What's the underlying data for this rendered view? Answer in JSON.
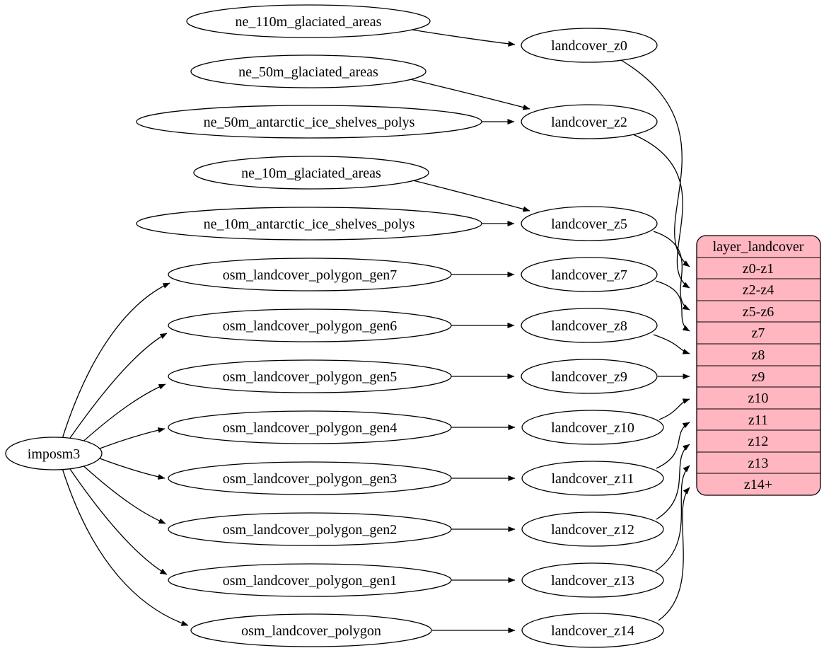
{
  "diagram": {
    "background_color": "#ffffff",
    "node_fill_color": "#ffffff",
    "node_stroke_color": "#000000",
    "edge_color": "#000000",
    "record_fill_color": "#ffb6c1",
    "nodes": {
      "imposm3": "imposm3",
      "ne_110m_glaciated_areas": "ne_110m_glaciated_areas",
      "ne_50m_glaciated_areas": "ne_50m_glaciated_areas",
      "ne_50m_antarctic_ice_shelves_polys": "ne_50m_antarctic_ice_shelves_polys",
      "ne_10m_glaciated_areas": "ne_10m_glaciated_areas",
      "ne_10m_antarctic_ice_shelves_polys": "ne_10m_antarctic_ice_shelves_polys",
      "osm_landcover_polygon_gen7": "osm_landcover_polygon_gen7",
      "osm_landcover_polygon_gen6": "osm_landcover_polygon_gen6",
      "osm_landcover_polygon_gen5": "osm_landcover_polygon_gen5",
      "osm_landcover_polygon_gen4": "osm_landcover_polygon_gen4",
      "osm_landcover_polygon_gen3": "osm_landcover_polygon_gen3",
      "osm_landcover_polygon_gen2": "osm_landcover_polygon_gen2",
      "osm_landcover_polygon_gen1": "osm_landcover_polygon_gen1",
      "osm_landcover_polygon": "osm_landcover_polygon",
      "landcover_z0": "landcover_z0",
      "landcover_z2": "landcover_z2",
      "landcover_z5": "landcover_z5",
      "landcover_z7": "landcover_z7",
      "landcover_z8": "landcover_z8",
      "landcover_z9": "landcover_z9",
      "landcover_z10": "landcover_z10",
      "landcover_z11": "landcover_z11",
      "landcover_z12": "landcover_z12",
      "landcover_z13": "landcover_z13",
      "landcover_z14": "landcover_z14"
    },
    "record": {
      "title": "layer_landcover",
      "rows": [
        "z0-z1",
        "z2-z4",
        "z5-z6",
        "z7",
        "z8",
        "z9",
        "z10",
        "z11",
        "z12",
        "z13",
        "z14+"
      ]
    },
    "edges": [
      {
        "from": "ne_110m_glaciated_areas",
        "to": "landcover_z0"
      },
      {
        "from": "ne_50m_glaciated_areas",
        "to": "landcover_z2"
      },
      {
        "from": "ne_50m_antarctic_ice_shelves_polys",
        "to": "landcover_z2"
      },
      {
        "from": "ne_10m_glaciated_areas",
        "to": "landcover_z5"
      },
      {
        "from": "ne_10m_antarctic_ice_shelves_polys",
        "to": "landcover_z5"
      },
      {
        "from": "imposm3",
        "to": "osm_landcover_polygon_gen7"
      },
      {
        "from": "imposm3",
        "to": "osm_landcover_polygon_gen6"
      },
      {
        "from": "imposm3",
        "to": "osm_landcover_polygon_gen5"
      },
      {
        "from": "imposm3",
        "to": "osm_landcover_polygon_gen4"
      },
      {
        "from": "imposm3",
        "to": "osm_landcover_polygon_gen3"
      },
      {
        "from": "imposm3",
        "to": "osm_landcover_polygon_gen2"
      },
      {
        "from": "imposm3",
        "to": "osm_landcover_polygon_gen1"
      },
      {
        "from": "imposm3",
        "to": "osm_landcover_polygon"
      },
      {
        "from": "osm_landcover_polygon_gen7",
        "to": "landcover_z7"
      },
      {
        "from": "osm_landcover_polygon_gen6",
        "to": "landcover_z8"
      },
      {
        "from": "osm_landcover_polygon_gen5",
        "to": "landcover_z9"
      },
      {
        "from": "osm_landcover_polygon_gen4",
        "to": "landcover_z10"
      },
      {
        "from": "osm_landcover_polygon_gen3",
        "to": "landcover_z11"
      },
      {
        "from": "osm_landcover_polygon_gen2",
        "to": "landcover_z12"
      },
      {
        "from": "osm_landcover_polygon_gen1",
        "to": "landcover_z13"
      },
      {
        "from": "osm_landcover_polygon",
        "to": "landcover_z14"
      },
      {
        "from": "landcover_z0",
        "to": "layer_landcover:z0-z1"
      },
      {
        "from": "landcover_z2",
        "to": "layer_landcover:z2-z4"
      },
      {
        "from": "landcover_z5",
        "to": "layer_landcover:z5-z6"
      },
      {
        "from": "landcover_z7",
        "to": "layer_landcover:z7"
      },
      {
        "from": "landcover_z8",
        "to": "layer_landcover:z8"
      },
      {
        "from": "landcover_z9",
        "to": "layer_landcover:z9"
      },
      {
        "from": "landcover_z10",
        "to": "layer_landcover:z10"
      },
      {
        "from": "landcover_z11",
        "to": "layer_landcover:z11"
      },
      {
        "from": "landcover_z12",
        "to": "layer_landcover:z12"
      },
      {
        "from": "landcover_z13",
        "to": "layer_landcover:z13"
      },
      {
        "from": "landcover_z14",
        "to": "layer_landcover:z14+"
      }
    ]
  }
}
